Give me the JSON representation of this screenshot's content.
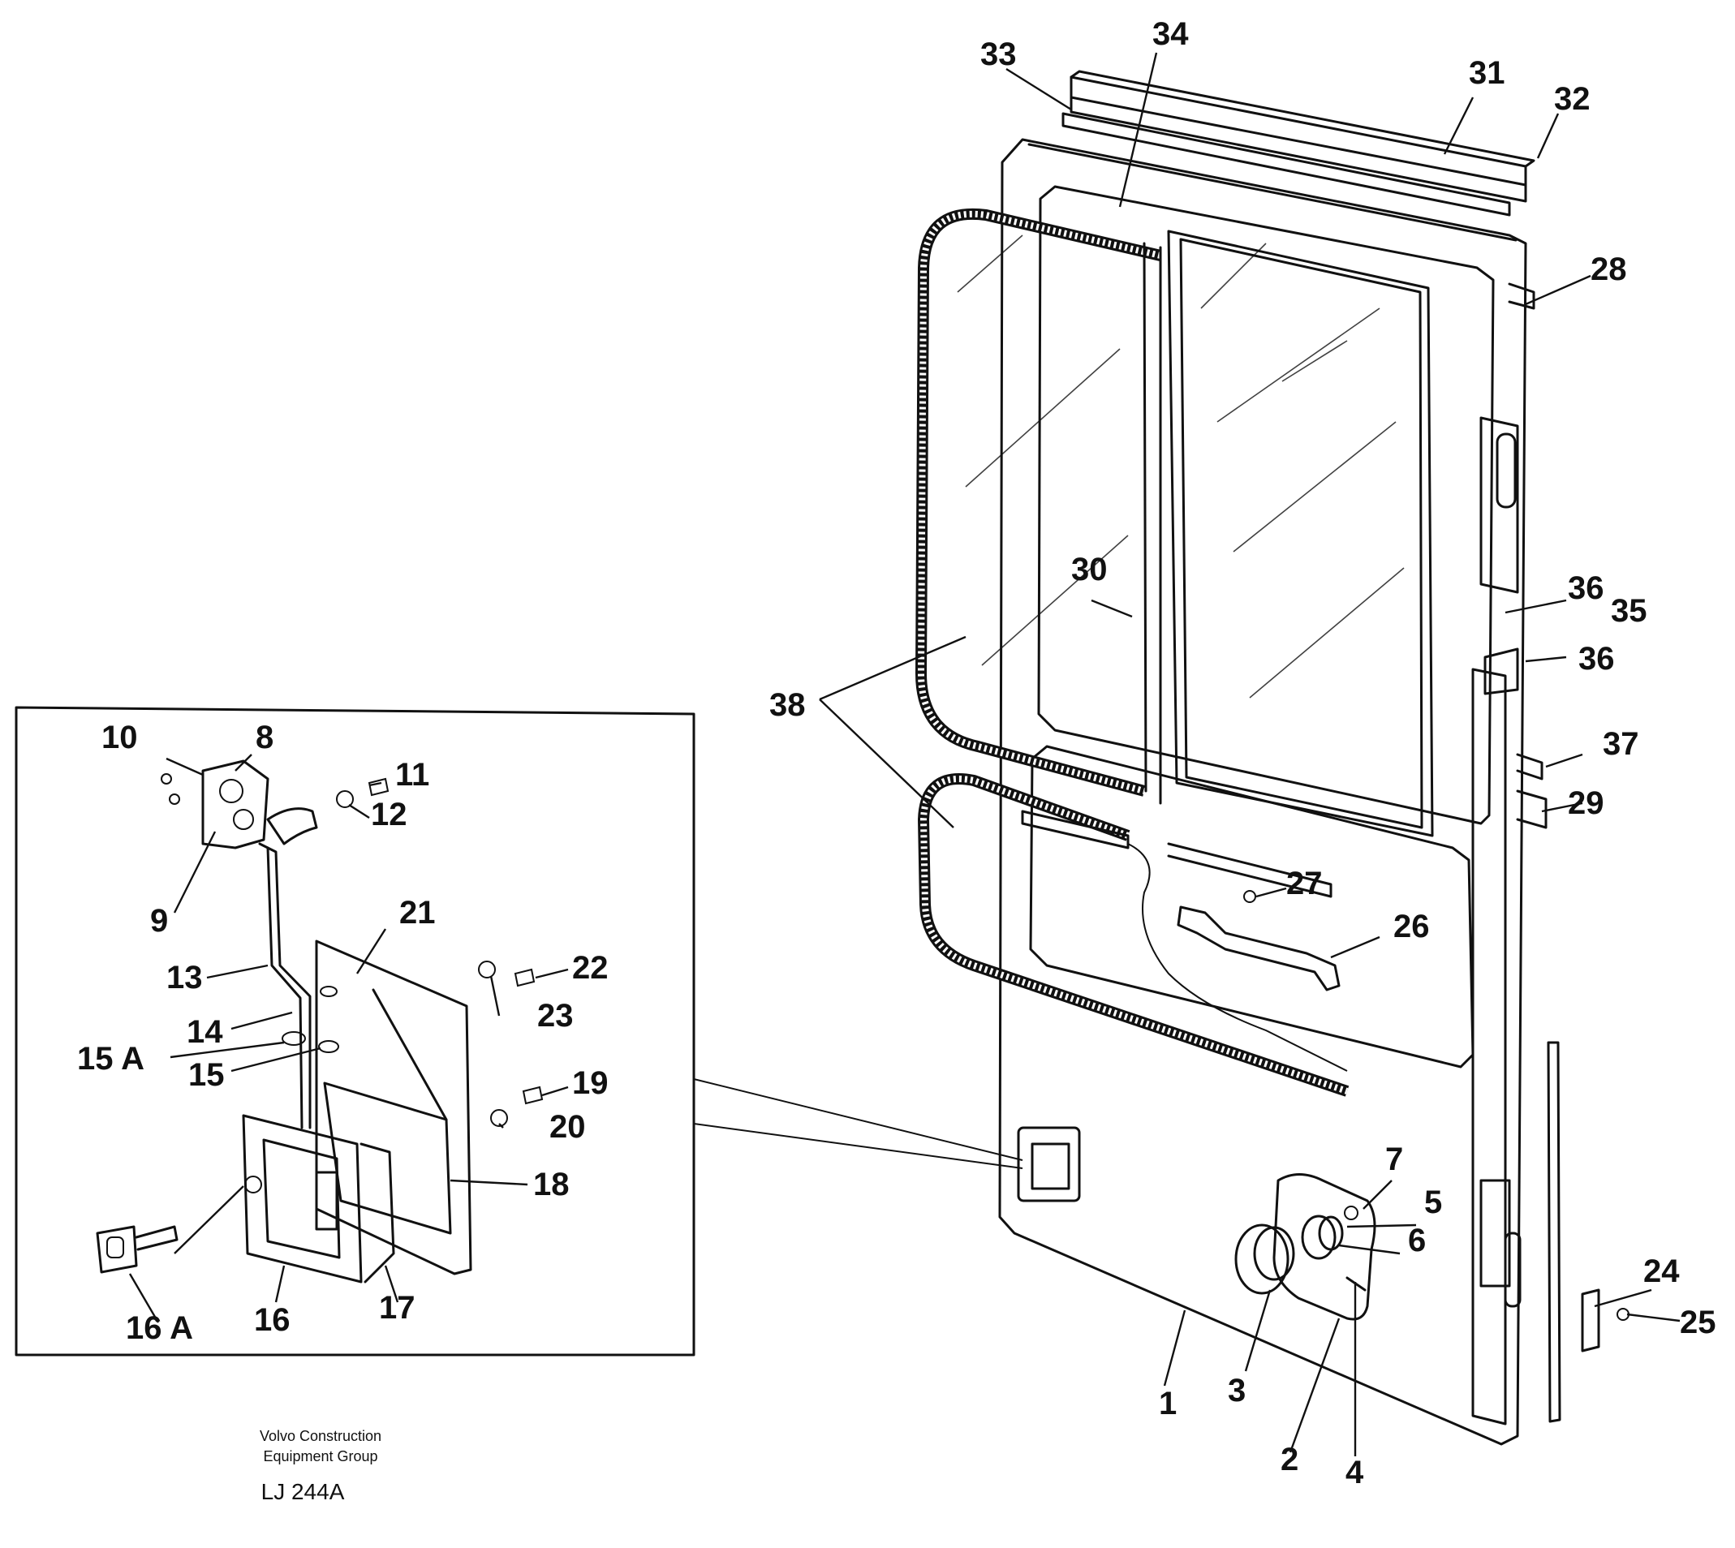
{
  "labels": {
    "l1": "1",
    "l2": "2",
    "l3": "3",
    "l4": "4",
    "l5": "5",
    "l6": "6",
    "l7": "7",
    "l8": "8",
    "l9": "9",
    "l10": "10",
    "l11": "11",
    "l12": "12",
    "l13": "13",
    "l14": "14",
    "l15": "15",
    "l15a": "15 A",
    "l16": "16",
    "l16a": "16 A",
    "l17": "17",
    "l18": "18",
    "l19": "19",
    "l20": "20",
    "l21": "21",
    "l22": "22",
    "l23": "23",
    "l24": "24",
    "l25": "25",
    "l26": "26",
    "l27": "27",
    "l28": "28",
    "l29": "29",
    "l30": "30",
    "l31": "31",
    "l32": "32",
    "l33": "33",
    "l34": "34",
    "l35": "35",
    "l36a": "36",
    "l36b": "36",
    "l37": "37",
    "l38": "38"
  },
  "footer": {
    "company_line1": "Volvo Construction",
    "company_line2": "Equipment Group",
    "drawing_code": "LJ 244A"
  }
}
